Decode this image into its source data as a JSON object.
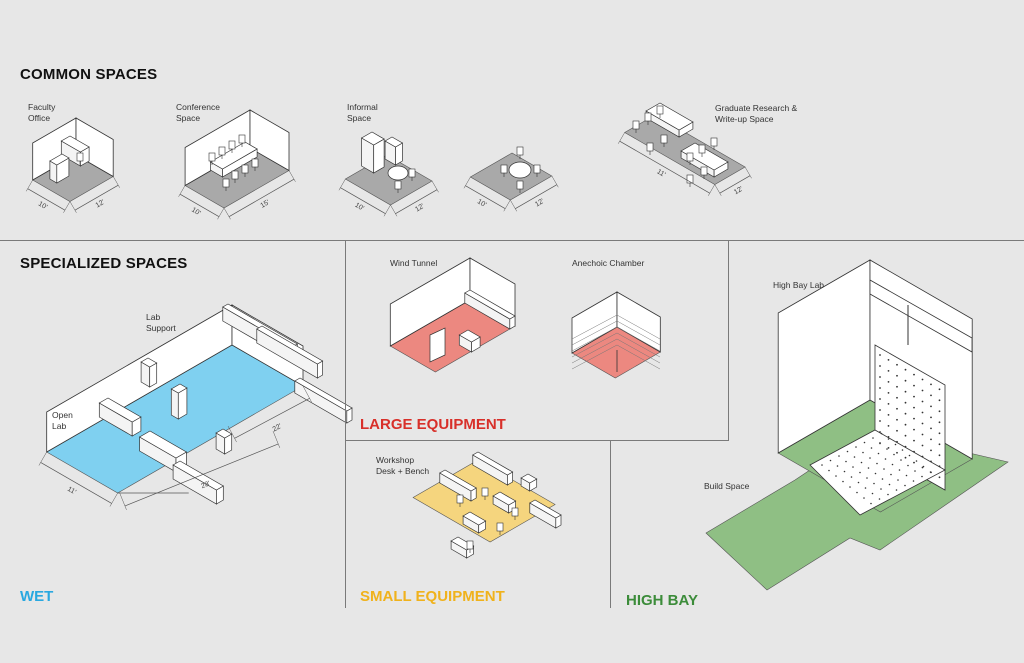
{
  "common": {
    "title": "COMMON SPACES",
    "rooms": [
      {
        "label1": "Faculty",
        "label2": "Office",
        "dims": [
          "10'",
          "12'"
        ]
      },
      {
        "label1": "Conference",
        "label2": "Space",
        "dims": [
          "10'",
          "15'"
        ]
      },
      {
        "label1": "Informal",
        "label2": "Space",
        "dims": [
          "10'",
          "12'"
        ]
      },
      {
        "label1": "",
        "label2": "",
        "dims": [
          "10'",
          "12'"
        ]
      },
      {
        "label1": "Graduate Research &",
        "label2": "Write-up Space",
        "dims": [
          "11'",
          "12'"
        ]
      }
    ]
  },
  "specialized": {
    "title": "SPECIALIZED SPACES",
    "wet": {
      "category": "WET",
      "lab_support": [
        "Lab",
        "Support"
      ],
      "open_lab": [
        "Open",
        "Lab"
      ],
      "dims": [
        "11'",
        "28'",
        "22'"
      ]
    },
    "large": {
      "category": "LARGE EQUIPMENT",
      "wind_tunnel": "Wind Tunnel",
      "anechoic": "Anechoic Chamber"
    },
    "small": {
      "category": "SMALL EQUIPMENT",
      "workshop": [
        "Workshop",
        "Desk + Bench"
      ]
    },
    "highbay": {
      "category": "HIGH BAY",
      "lab": "High Bay Lab",
      "build": "Build Space"
    }
  },
  "colors": {
    "floor_gray": "#a9a9a9",
    "wet": "#7fd0f0",
    "wet_text": "#29a8e0",
    "large": "#ec8880",
    "large_text": "#d8302a",
    "small": "#f5d57e",
    "small_text": "#f0b21c",
    "highbay": "#8fbf84",
    "highbay_text": "#3c8c3a"
  }
}
